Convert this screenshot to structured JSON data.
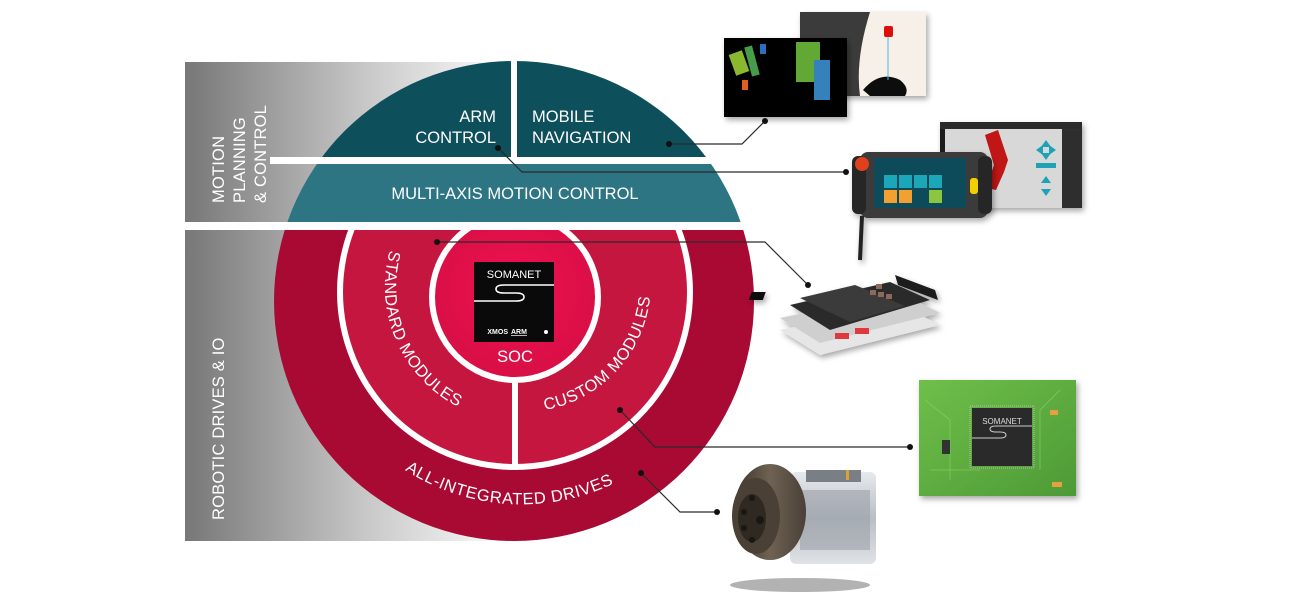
{
  "side_labels": {
    "motion_planning": [
      "MOTION",
      "PLANNING",
      "& CONTROL"
    ],
    "robotic_drives": "ROBOTIC DRIVES & IO"
  },
  "segments": {
    "arm_control": [
      "ARM",
      "CONTROL"
    ],
    "mobile_navigation": [
      "MOBILE",
      "NAVIGATION"
    ],
    "multi_axis": "MULTI-AXIS MOTION CONTROL",
    "standard_modules": "STANDARD MODULES",
    "custom_modules": "CUSTOM MODULES",
    "all_integrated": "ALL-INTEGRATED DRIVES",
    "soc": "SOC"
  },
  "chip": {
    "brand": "SOMANET",
    "logo_left": "XMOS",
    "logo_right": "ARM"
  },
  "pcb_chip": {
    "brand": "SOMANET"
  },
  "products": [
    {
      "name": "lidar-point-cloud",
      "alt": "Mobile navigation point cloud"
    },
    {
      "name": "navigation-map",
      "alt": "Navigation path map"
    },
    {
      "name": "teach-pendant",
      "alt": "Handheld teach pendant"
    },
    {
      "name": "robot-arm-software",
      "alt": "Arm control software"
    },
    {
      "name": "servo-drive-stack",
      "alt": "Standard module drive stack"
    },
    {
      "name": "somanet-pcb",
      "alt": "Custom module PCB"
    },
    {
      "name": "integrated-drive",
      "alt": "All-integrated drive actuator"
    }
  ],
  "colors": {
    "teal_dark": "#0e4f5c",
    "teal_mid": "#2e7583",
    "crimson_outer": "#a80a33",
    "crimson_mid": "#c4163f",
    "crimson_soc": "#e0104a",
    "side_gradient_dark": "#7a7a7a",
    "side_gradient_light": "#f4f4f4"
  }
}
